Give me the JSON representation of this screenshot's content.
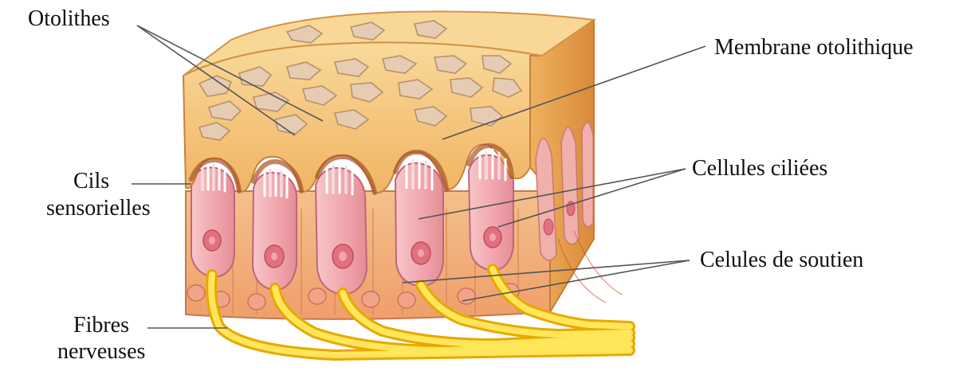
{
  "labels": {
    "otolithes": "Otolithes",
    "membrane": "Membrane otolithique",
    "cils_line1": "Cils",
    "cils_line2": "sensorielles",
    "cellules_ciliees": "Cellules ciliées",
    "celules_soutien": "Celules de soutien",
    "fibres_line1": "Fibres",
    "fibres_line2": "nerveuses"
  },
  "colors": {
    "membrane": "#f3bc6a",
    "membrane_top": "#f8d58f",
    "otolith": "#e2c9b1",
    "hair_cell": "#f0a7ad",
    "support_cell": "#f2b889",
    "nucleus": "#e2707e",
    "nerve": "#f6d000",
    "leader_line": "#555555"
  }
}
